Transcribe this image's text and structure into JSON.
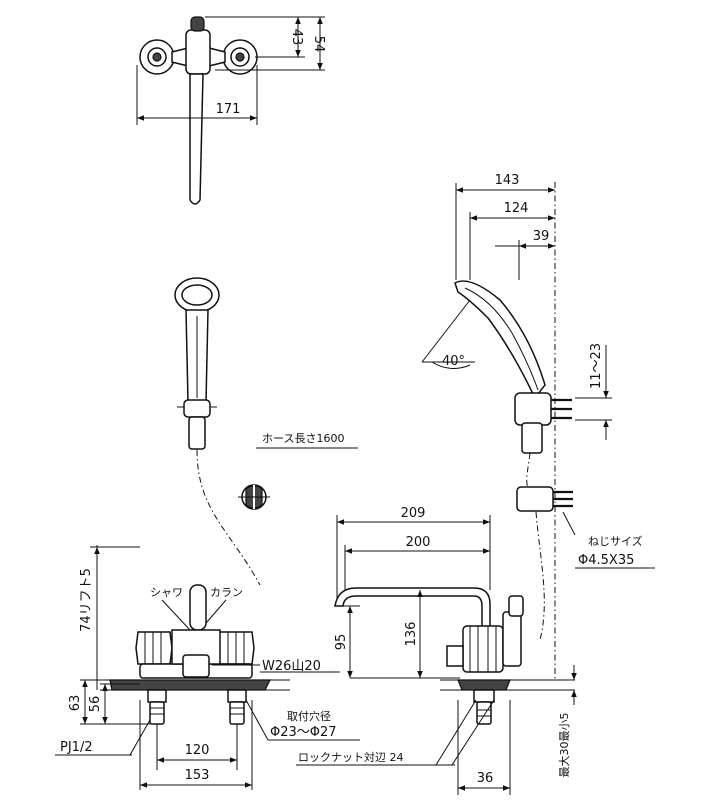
{
  "top_view": {
    "dim_43": "43",
    "dim_54": "54",
    "dim_171": "171"
  },
  "shower": {
    "hose_length": "ホース長さ1600"
  },
  "side_view": {
    "dim_143": "143",
    "dim_124": "124",
    "dim_39": "39",
    "angle": "40°",
    "dim_11_23": "11〜23",
    "screw_label": "ねじサイズ",
    "screw_size": "Φ4.5X35"
  },
  "front_view": {
    "dim_74": "74リフト5",
    "shower_label": "シャワ",
    "faucet_label": "カラン",
    "thread": "W26山20",
    "dim_63": "63",
    "dim_56": "56",
    "pipe": "PJ1/2",
    "hole_label": "取付穴径",
    "hole_size": "Φ23〜Φ27",
    "dim_120": "120",
    "dim_153": "153"
  },
  "spout_view": {
    "dim_209": "209",
    "dim_200": "200",
    "dim_95": "95",
    "dim_136": "136",
    "locknut": "ロックナット対辺 24",
    "max_thickness": "最大30最小5",
    "dim_36": "36"
  }
}
